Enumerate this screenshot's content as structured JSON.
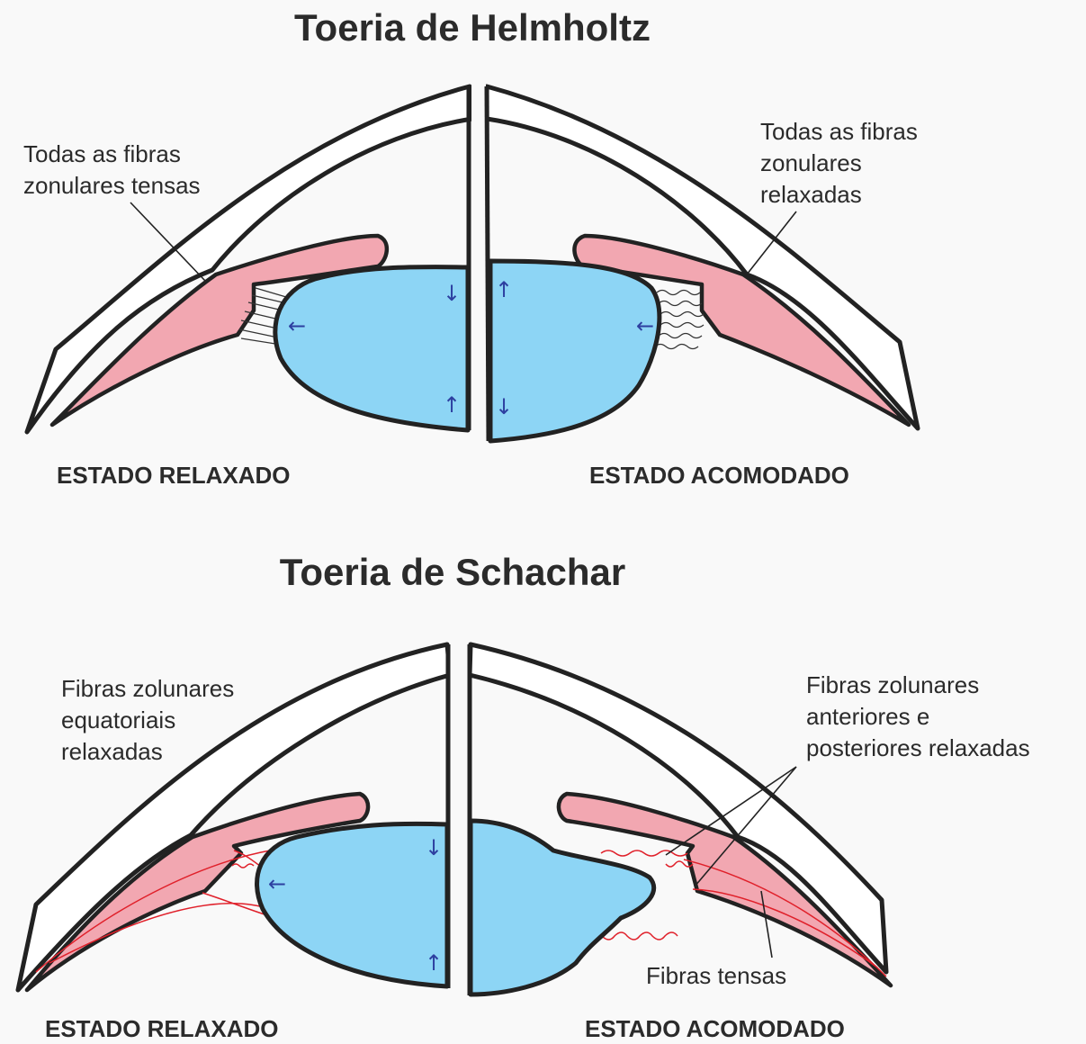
{
  "helmholtz": {
    "title": "Toeria de Helmholtz",
    "left_state": "ESTADO RELAXADO",
    "right_state": "ESTADO ACOMODADO",
    "left_label": [
      "Todas as fibras",
      "zonulares tensas"
    ],
    "right_label": [
      "Todas as fibras",
      "zonulares",
      "relaxadas"
    ]
  },
  "schachar": {
    "title": "Toeria de Schachar",
    "left_state": "ESTADO RELAXADO",
    "right_state": "ESTADO ACOMODADO",
    "left_label": [
      "Fibras zolunares",
      "equatoriais",
      "relaxadas"
    ],
    "right_label": [
      "Fibras zolunares",
      "anteriores e",
      "posteriores relaxadas"
    ],
    "bottom_label": "Fibras tensas"
  },
  "arrows": {
    "left": "←",
    "up": "↑",
    "down": "↓"
  },
  "colors": {
    "lens": "#8dd5f5",
    "ciliary_muscle": "#f2a7b1",
    "tense_fibers": "#e0202a",
    "arrows": "#2d3fa0"
  }
}
